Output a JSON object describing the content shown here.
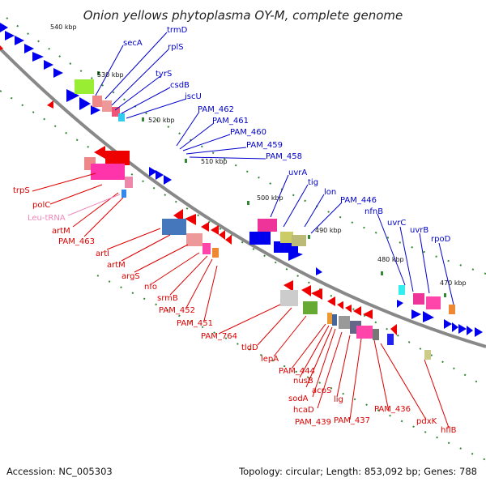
{
  "title": "Onion yellows phytoplasma OY-M, complete genome",
  "footer": {
    "accession": "Accession: NC_005303",
    "summary": "Topology: circular; Length: 853,092 bp; Genes: 788"
  },
  "colors": {
    "forward_label": "#0000cc",
    "reverse_label": "#dd0000",
    "rna_label": "#ee88bb",
    "backbone": "#888888",
    "tick": "#338833",
    "arrow_forward": "#0000ee",
    "arrow_reverse": "#ee0000"
  },
  "ticks": [
    "540 kbp",
    "530 kbp",
    "520 kbp",
    "510 kbp",
    "500 kbp",
    "490 kbp",
    "480 kbp",
    "470 kbp"
  ],
  "forward_genes": [
    "secA",
    "trmD",
    "rplS",
    "tyrS",
    "csdB",
    "iscU",
    "PAM_462",
    "PAM_461",
    "PAM_460",
    "PAM_459",
    "PAM_458",
    "uvrA",
    "tig",
    "lon",
    "PAM_446",
    "nfnB",
    "uvrC",
    "uvrB",
    "rpoD"
  ],
  "reverse_genes": [
    "trpS",
    "polC",
    "Leu-tRNA",
    "artM",
    "PAM_463",
    "artI",
    "artM",
    "argS",
    "nfo",
    "srmB",
    "PAM_452",
    "PAM_451",
    "PAM_764",
    "tldD",
    "lepA",
    "PAM_444",
    "nusB",
    "sodA",
    "acpS",
    "hcaD",
    "lig",
    "PAM_439",
    "PAM_437",
    "PAM_436",
    "pdxK",
    "hflB"
  ]
}
